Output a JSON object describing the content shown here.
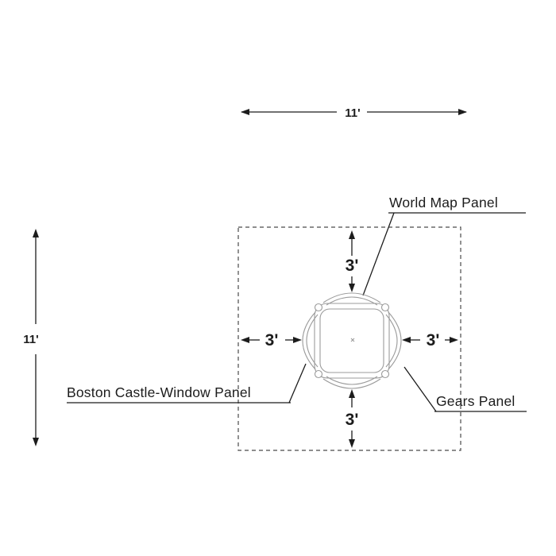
{
  "colors": {
    "line": "#1c1c1c",
    "dashed": "#4a4a4a",
    "object_stroke": "#9b9b9b",
    "text": "#1c1c1c"
  },
  "dimensions": {
    "overall_width": "11'",
    "overall_depth": "11'",
    "clearance_top": "3'",
    "clearance_bottom": "3'",
    "clearance_left": "3'",
    "clearance_right": "3'"
  },
  "panels": {
    "top_label": "World Map Panel",
    "left_label": "Boston Castle-Window Panel",
    "right_label": "Gears Panel"
  }
}
